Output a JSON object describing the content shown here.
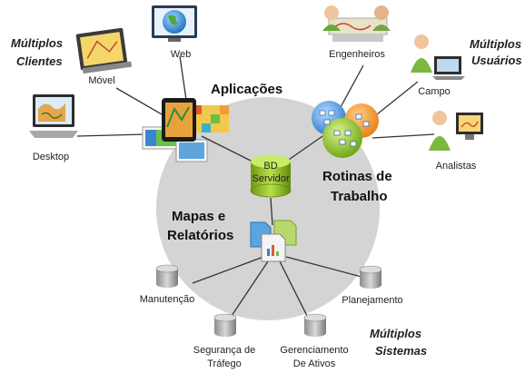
{
  "diagram": {
    "center_label_line1": "BD",
    "center_label_line2": "Servidor",
    "sections": {
      "apps": "Aplicações",
      "workflows_line1": "Rotinas de",
      "workflows_line2": "Trabalho",
      "maps_line1": "Mapas e",
      "maps_line2": "Relatórios"
    },
    "side_notes": {
      "multi_clients_line1": "Múltiplos",
      "multi_clients_line2": "Clientes",
      "multi_users_line1": "Múltiplos",
      "multi_users_line2": "Usuários",
      "multi_systems_line1": "Múltiplos",
      "multi_systems_line2": "Sistemas"
    },
    "nodes": {
      "web": "Web",
      "mobile": "Móvel",
      "desktop": "Desktop",
      "engineers": "Engenheiros",
      "field": "Campo",
      "analysts": "Analistas",
      "maintenance": "Manutenção",
      "planning": "Planejamento",
      "traffic_line1": "Segurança de",
      "traffic_line2": "Tráfego",
      "assets_line1": "Gerenciamento",
      "assets_line2": "De Ativos"
    }
  }
}
